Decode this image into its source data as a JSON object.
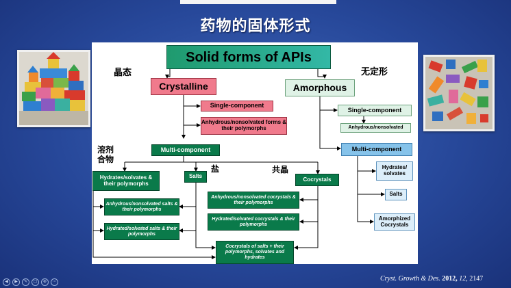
{
  "slide_title": "药物的固体形式",
  "diagram": {
    "root": "Solid forms of APIs",
    "crystalline": {
      "label": "Crystalline",
      "cn": "晶态",
      "single_component": "Single-component",
      "anhydrous_forms": "Anhydrous/nonsolvated forms & their polymorphs",
      "multi_component": "Multi-component",
      "hydrates_cn": "溶剂合物",
      "hydrates": "Hydrates/solvates & their polymorphs",
      "salts_cn": "盐",
      "salts": "Salts",
      "cocrystals_cn": "共晶",
      "cocrystals": "Cocrystals",
      "anh_salts": "Anhydrous/nonsolvated salts & their polymorphs",
      "hyd_salts": "Hydrated/solvated salts & their polymorphs",
      "anh_cocrystals": "Anhydrous/nonsolvated cocrystals & their polymorphs",
      "hyd_cocrystals": "Hydrated/solvated cocrystals & their polymorphs",
      "cocrystals_of_salts": "Cocrystals of salts + their polymorphs, solvates and hydrates"
    },
    "amorphous": {
      "label": "Amorphous",
      "cn": "无定形",
      "single_component": "Single-component",
      "anhydrous": "Anhydrous/nonsolvated",
      "multi_component": "Multi-component",
      "hydrates": "Hydrates/ solvates",
      "salts": "Salts",
      "amorphized": "Amorphized Cocrystals"
    }
  },
  "citation": {
    "journal": "Cryst. Growth & Des.",
    "year": "2012,",
    "volume": "12,",
    "page": "2147"
  },
  "nav_icons": [
    "prev-icon",
    "next-icon",
    "pen-icon",
    "slides-icon",
    "zoom-icon",
    "more-icon"
  ],
  "colors": {
    "dark_green": "#0a7a4a",
    "pink": "#f07a8c",
    "mint": "#dff2e6",
    "blue": "#86c3ea",
    "light_blue": "#dceefa",
    "title_green": "#1fa07a"
  }
}
